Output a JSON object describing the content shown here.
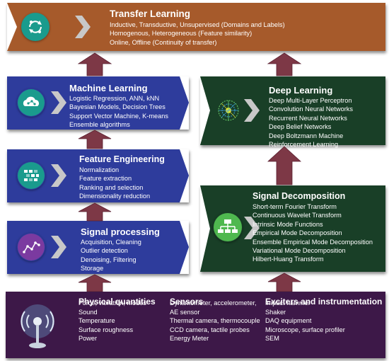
{
  "colors": {
    "transfer": "#a65a2b",
    "blue": "#2e3c9c",
    "green": "#193f27",
    "purple": "#3d1848",
    "arrow_fill": "#7d3846",
    "chevron": "#c8c8c8"
  },
  "transfer_learning": {
    "icon": "refresh-people-icon",
    "title": "Transfer Learning",
    "lines": [
      "Inductive, Transductive, Unsupervised (Domains and Labels)",
      "Homogenous, Heterogeneous (Feature similarity)",
      "Online, Offline (Continuity of transfer)"
    ]
  },
  "machine_learning": {
    "icon": "cloud-network-icon",
    "title": "Machine Learning",
    "lines": [
      "Logistic Regression, ANN, kNN",
      "Bayesian Models, Decision Trees",
      "Support Vector Machine, K-means",
      "Ensemble algorithms"
    ]
  },
  "feature_engineering": {
    "icon": "grid-pattern-icon",
    "title": "Feature Engineering",
    "lines": [
      "Normalization",
      "Feature extraction",
      "Ranking and selection",
      "Dimensionality reduction"
    ]
  },
  "signal_processing": {
    "icon": "line-graph-icon",
    "title": "Signal processing",
    "lines": [
      "Acquisition, Cleaning",
      "Outlier detection",
      "Denoising, Filtering",
      "Storage"
    ]
  },
  "deep_learning": {
    "icon": "neural-sphere-icon",
    "title": "Deep Learning",
    "lines": [
      "Deep Multi-Layer Perceptron",
      "Convolution Neural Networks",
      "Recurrent Neural Networks",
      "Deep Belief Networks",
      "Deep Boltzmann Machine",
      "Reinforcement Learning"
    ]
  },
  "signal_decomposition": {
    "icon": "hierarchy-icon",
    "title": "Signal Decomposition",
    "lines": [
      "Short-term Fourier Transform",
      "Continuous Wavelet Transform",
      "Intrinsic Mode Functions",
      "Empirical Mode Decomposition",
      "Ensemble Empirical Mode Decomposition",
      "Variational Mode Decomposition",
      "Hilbert-Huang Transform"
    ]
  },
  "bottom": {
    "icon": "antenna-icon",
    "physical": {
      "title": "Physical quantities",
      "lines": [
        "Force, vibration, modes",
        "Sound",
        "Temperature",
        "Surface roughness",
        "Power"
      ]
    },
    "sensors": {
      "title": "Sensors",
      "lines": [
        "Dynamometer, accelerometer,",
        "AE sensor",
        "Thermal camera, thermocouple",
        "CCD camera, tactile probes",
        "Energy Meter"
      ]
    },
    "exciters": {
      "title": "Exciters and instrumentation",
      "lines": [
        "Impact hammer",
        "Shaker",
        "DAQ equipment",
        "Microscope, surface profiler",
        "SEM"
      ]
    }
  }
}
